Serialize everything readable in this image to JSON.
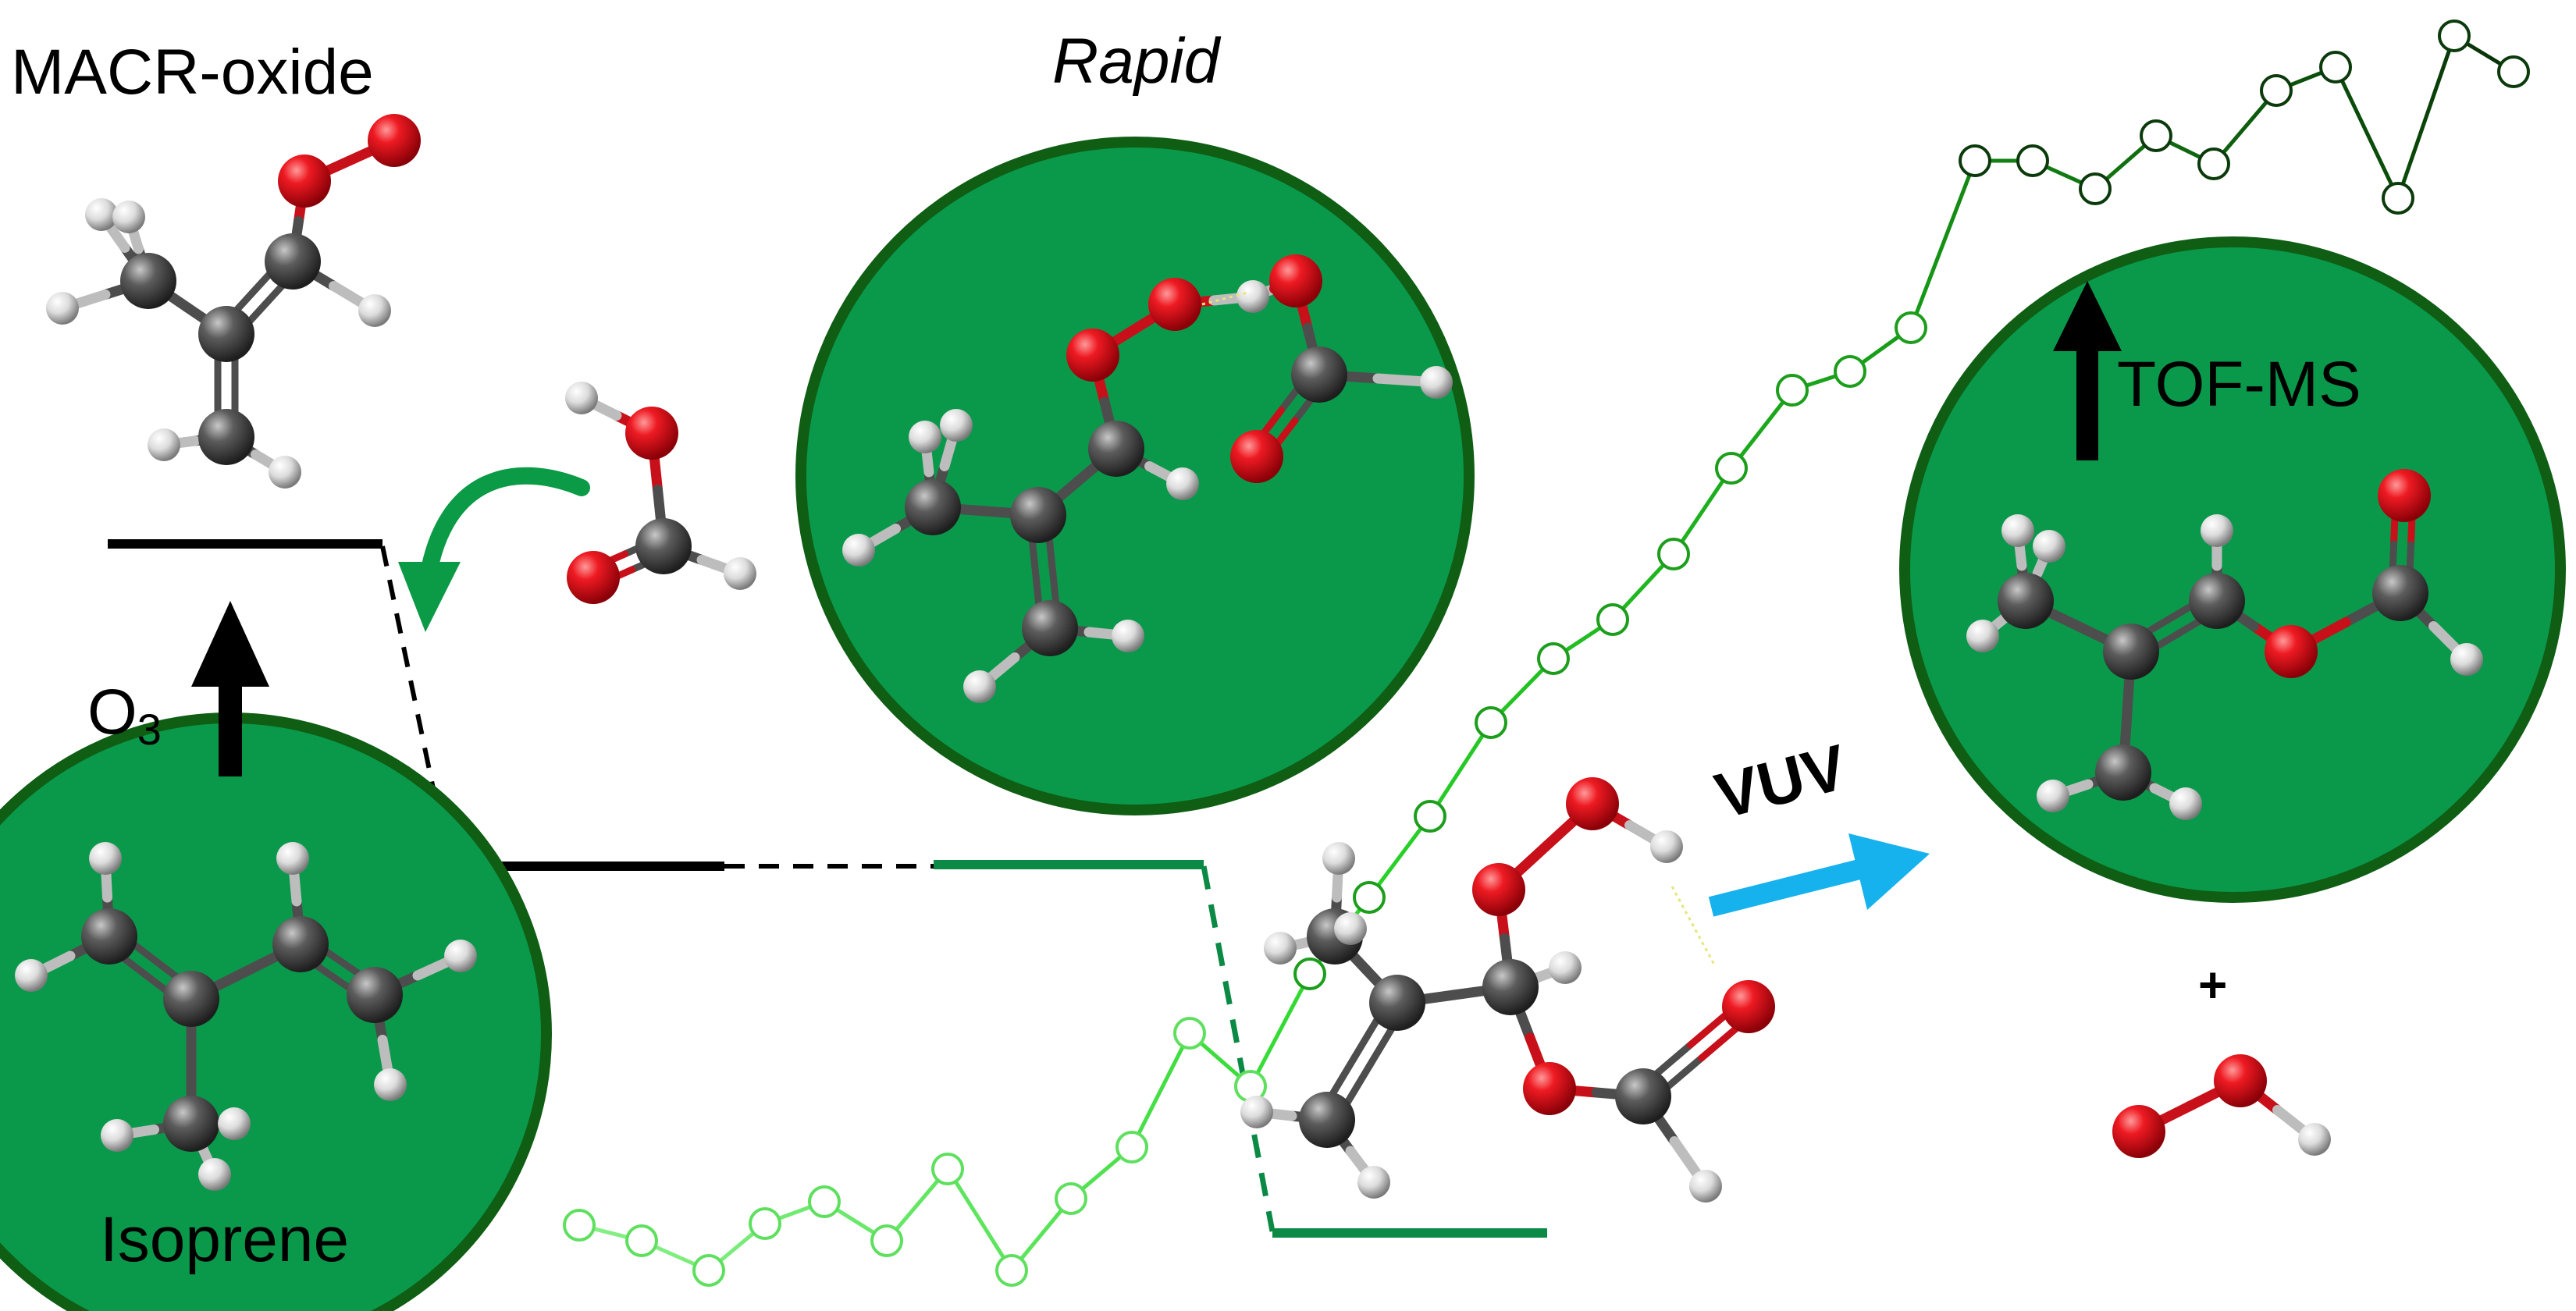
{
  "labels": {
    "macr_oxide": "MACR-oxide",
    "rapid": "Rapid",
    "o3_main": "O",
    "o3_sub": "3",
    "isoprene": "Isoprene",
    "vuv": "VUV",
    "tofms": "TOF-MS",
    "plus": "+"
  },
  "colors": {
    "circle_fill": "#0a994b",
    "circle_stroke": "#0f5e14",
    "green_accent": "#0b9a45",
    "arrow_blue": "#16b2ee",
    "oxygen": "#e0101e",
    "carbon": "#5a5a5a",
    "hydrogen": "#e6e6e6",
    "energy_black": "#000000",
    "energy_green": "#0a8a45"
  },
  "icons": {
    "reaction_arrow": "curved-arrow-icon",
    "up_arrow": "arrow-up-icon",
    "vuv_arrow": "arrow-right-icon"
  }
}
